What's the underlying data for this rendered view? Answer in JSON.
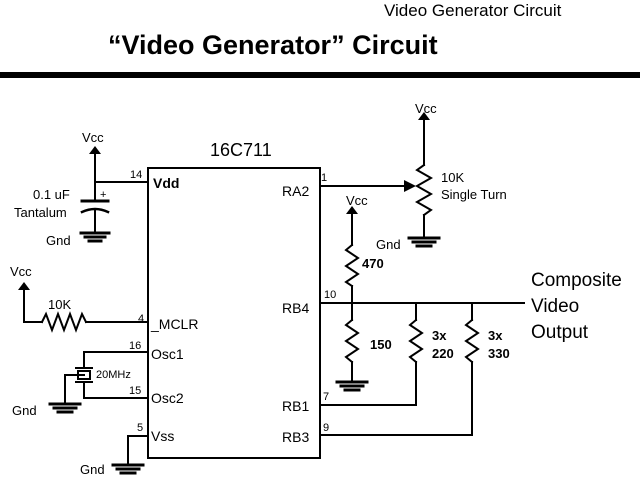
{
  "header": {
    "small_title": "Video Generator Circuit",
    "main_title": "“Video Generator” Circuit"
  },
  "chip": {
    "part": "16C711",
    "pins": {
      "vdd": {
        "num": "14",
        "name": "Vdd"
      },
      "mclr": {
        "num": "4",
        "name": "_MCLR"
      },
      "osc1": {
        "num": "16",
        "name": "Osc1"
      },
      "osc2": {
        "num": "15",
        "name": "Osc2"
      },
      "vss": {
        "num": "5",
        "name": "Vss"
      },
      "ra2": {
        "num": "1",
        "name": "RA2"
      },
      "rb4": {
        "num": "10",
        "name": "RB4"
      },
      "rb1": {
        "num": "7",
        "name": "RB1"
      },
      "rb3": {
        "num": "9",
        "name": "RB3"
      }
    }
  },
  "left": {
    "vcc_top": "Vcc",
    "cap_value": "0.1 uF",
    "cap_type": "Tantalum",
    "cap_plus": "+",
    "gnd_cap": "Gnd",
    "vcc_mclr": "Vcc",
    "mclr_resistor": "10K",
    "crystal": "20MHz",
    "gnd_crystal": "Gnd",
    "gnd_vss": "Gnd"
  },
  "right": {
    "vcc_pot": "Vcc",
    "pot_value": "10K",
    "pot_type": "Single Turn",
    "gnd_pot": "Gnd",
    "vcc_470": "Vcc",
    "r470": "470",
    "r150": "150",
    "r220_count": "3x",
    "r220_value": "220",
    "r330_count": "3x",
    "r330_value": "330",
    "output_line1": "Composite",
    "output_line2": "Video",
    "output_line3": "Output"
  }
}
